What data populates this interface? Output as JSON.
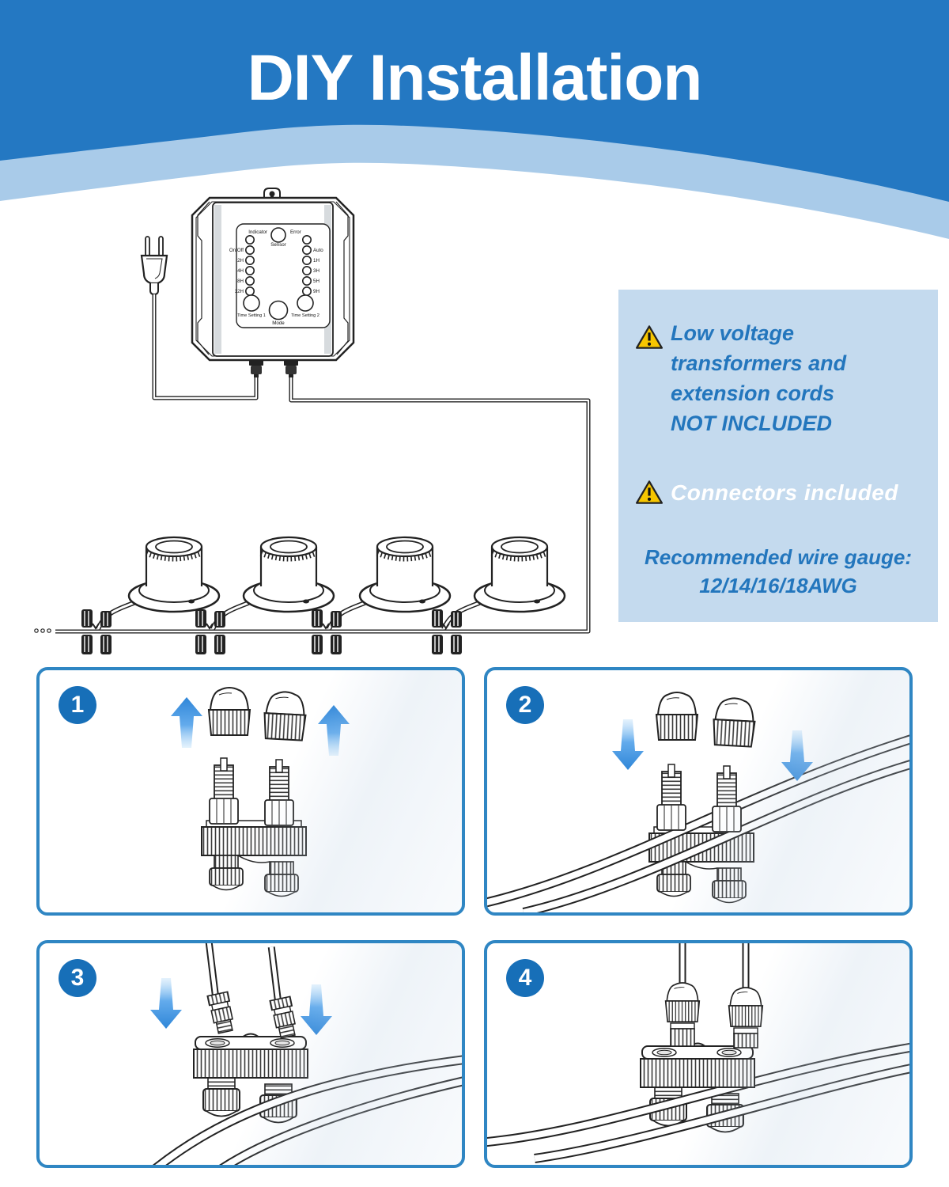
{
  "header": {
    "title": "DIY Installation"
  },
  "notes": {
    "note1_lines": [
      "Low voltage",
      "transformers and",
      "extension cords",
      "NOT INCLUDED"
    ],
    "note2": "Connectors included",
    "wire_gauge_label": "Recommended wire gauge:",
    "wire_gauge_value": "12/14/16/18AWG"
  },
  "controller": {
    "indicator_label": "Indicator",
    "error_label": "Error",
    "sensor_label": "Sensor",
    "mode_label": "Mode",
    "time_setting_1_label": "Time Setting 1",
    "time_setting_2_label": "Time Setting 2",
    "left_leds": [
      "On/Off",
      "2H",
      "4H",
      "8H",
      "12H"
    ],
    "right_leds": [
      "Auto",
      "1H",
      "3H",
      "5H",
      "9H"
    ]
  },
  "steps": [
    {
      "number": "1"
    },
    {
      "number": "2"
    },
    {
      "number": "3"
    },
    {
      "number": "4"
    }
  ],
  "colors": {
    "header_blue": "#2478c2",
    "wave_light_blue": "#a9cbe9",
    "notes_panel_bg": "#c4daee",
    "note_text_blue": "#2376bd",
    "note_text_white": "#ffffff",
    "panel_border_blue": "#2f86c3",
    "badge_blue": "#176fb8",
    "arrow_blue": "#3f93e8",
    "warning_yellow": "#f7c600"
  }
}
